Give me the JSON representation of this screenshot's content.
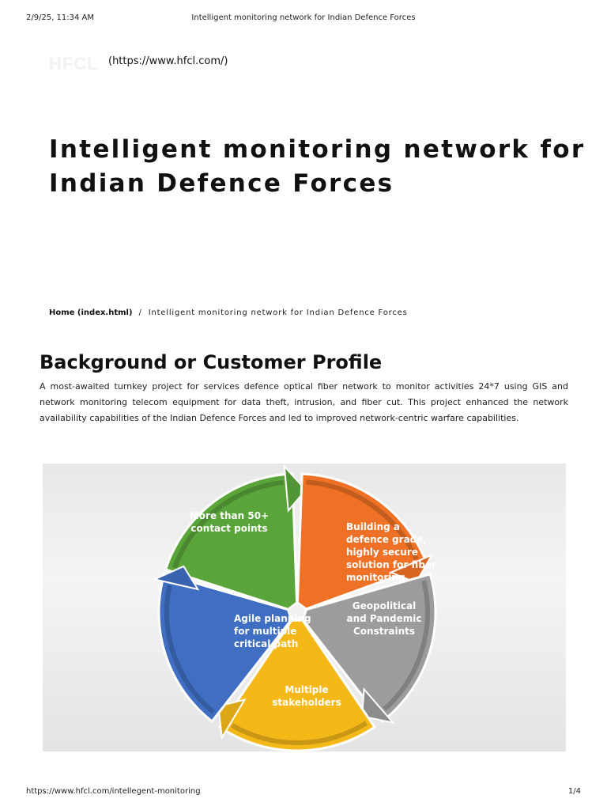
{
  "print_header": {
    "datetime": "2/9/25, 11:34 AM",
    "title": "Intelligent monitoring network for Indian Defence Forces"
  },
  "site": {
    "logo_text": "HFCL",
    "link_text": "(https://www.hfcl.com/)"
  },
  "page": {
    "title": "Intelligent monitoring network for Indian Defence Forces"
  },
  "breadcrumb": {
    "home": "Home (index.html)",
    "separator": "/",
    "current": "Intelligent monitoring network for Indian Defence Forces"
  },
  "section": {
    "heading": "Background or Customer Profile",
    "body": "A most-awaited turnkey project for services defence optical fiber network to monitor activities 24*7 using GIS and network monitoring telecom equipment for data theft, intrusion, and fiber cut. This project enhanced the network availability capabilities of the Indian Defence Forces and led to improved network-centric warfare capabilities."
  },
  "diagram": {
    "segments": [
      {
        "lines": [
          "More than 50+",
          "contact points"
        ],
        "color": "#5aa53a"
      },
      {
        "lines": [
          "Building a",
          "defence grade,",
          "highly secure",
          "solution for fiber",
          "monitoring"
        ],
        "color": "#ee7125"
      },
      {
        "lines": [
          "Geopolitical",
          "and Pandemic",
          "Constraints"
        ],
        "color": "#9c9c9c"
      },
      {
        "lines": [
          "Multiple",
          "stakeholders"
        ],
        "color": "#f4b819"
      },
      {
        "lines": [
          "Agile planning",
          "for multiple",
          "critical path"
        ],
        "color": "#3f6ec3"
      }
    ]
  },
  "print_footer": {
    "url": "https://www.hfcl.com/intellegent-monitoring",
    "page": "1/4"
  }
}
